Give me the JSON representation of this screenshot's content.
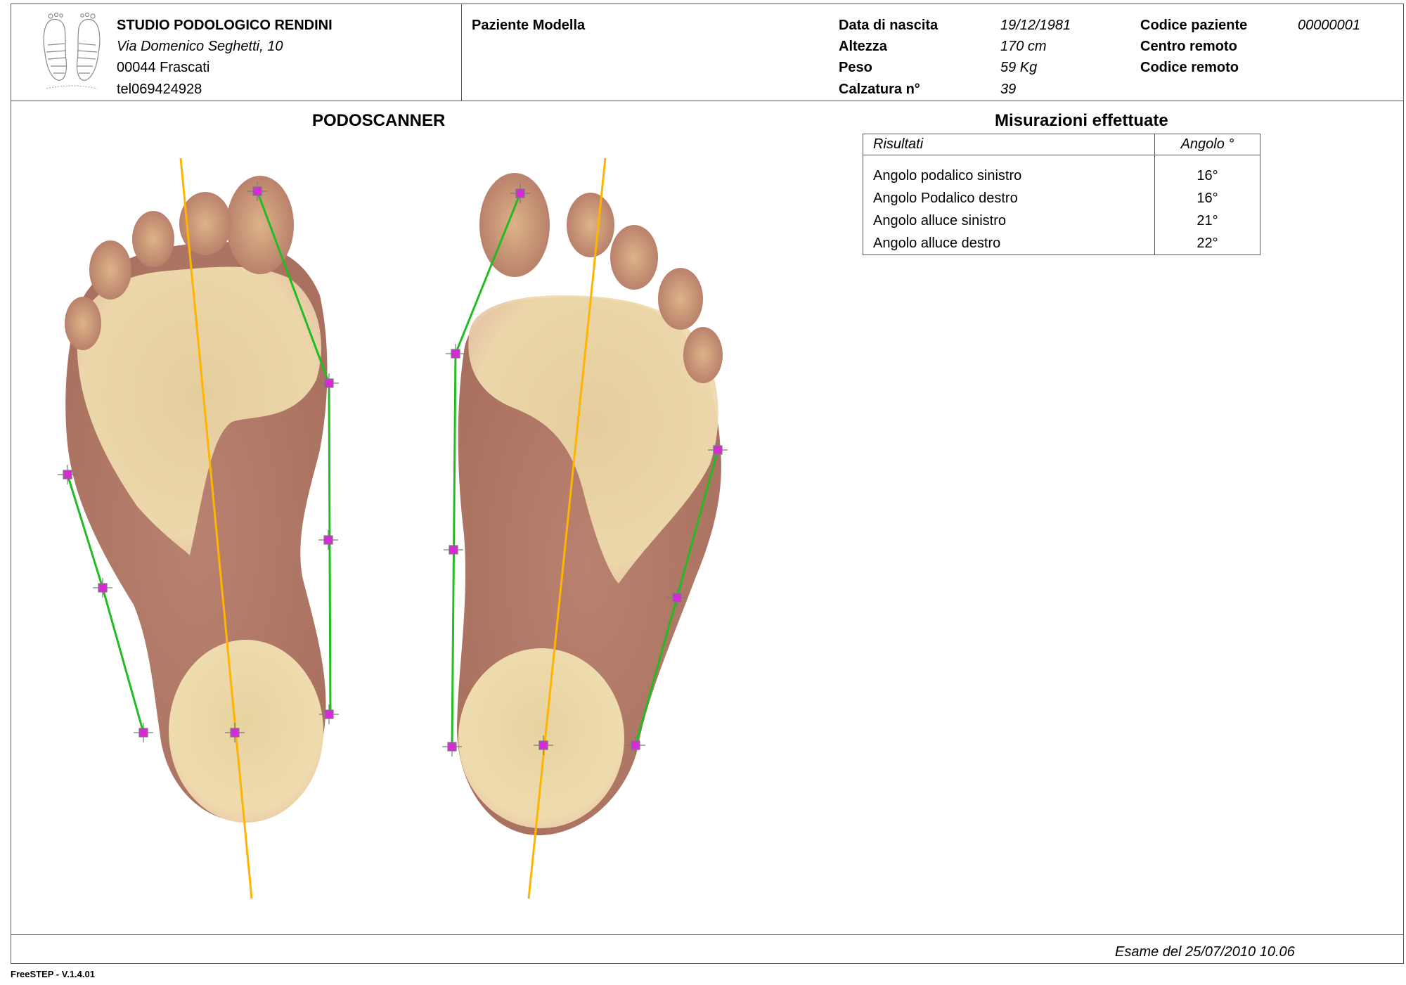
{
  "studio": {
    "name": "STUDIO PODOLOGICO RENDINI",
    "address": "Via Domenico Seghetti, 10",
    "city": "00044 Frascati",
    "phone": "tel069424928"
  },
  "patient": {
    "name": "Paziente Modella",
    "birth_label": "Data di nascita",
    "birth_value": "19/12/1981",
    "height_label": "Altezza",
    "height_value": "170 cm",
    "weight_label": "Peso",
    "weight_value": "59 Kg",
    "shoe_label": "Calzatura n°",
    "shoe_value": "39",
    "code_label": "Codice paziente",
    "code_value": "00000001",
    "remote_center_label": "Centro remoto",
    "remote_code_label": "Codice remoto"
  },
  "scan": {
    "title": "PODOSCANNER"
  },
  "measurements": {
    "title": "Misurazioni effettuate",
    "col_result": "Risultati",
    "col_angle": "Angolo °",
    "rows": [
      {
        "label": "Angolo podalico sinistro",
        "value": "16°"
      },
      {
        "label": "Angolo Podalico destro",
        "value": "16°"
      },
      {
        "label": "Angolo alluce sinistro",
        "value": "21°"
      },
      {
        "label": "Angolo alluce destro",
        "value": "22°"
      }
    ]
  },
  "footer": {
    "exam": "Esame del 25/07/2010 10.06",
    "version": "FreeSTEP - V.1.4.01"
  },
  "colors": {
    "axis_line": "#ffb400",
    "tangent_line": "#22bb22",
    "marker": "#d62ad6",
    "skin": "#c98a78",
    "pad": "#ecd9a4"
  }
}
